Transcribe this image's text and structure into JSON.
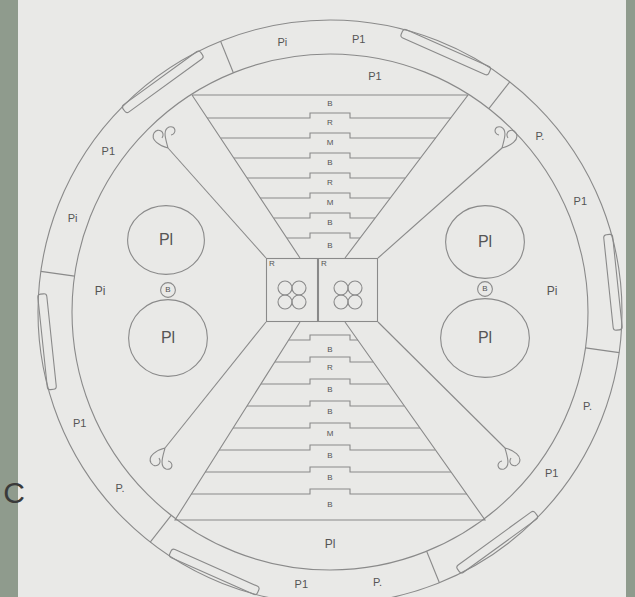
{
  "diagram": {
    "nodes": [
      {
        "text": [
          "R"
        ]
      },
      {
        "text": [
          "R"
        ]
      },
      {
        "text": [
          "Pl"
        ]
      },
      {
        "text": [
          "B"
        ]
      },
      {
        "text": [
          "Pl"
        ]
      },
      {
        "text": [
          "Pl"
        ]
      },
      {
        "text": [
          "B"
        ]
      },
      {
        "text": [
          "Pl"
        ]
      }
    ],
    "labels": [
      "Pi",
      "P1",
      "P.",
      "P1",
      "P.",
      "P1",
      "P.",
      "P1",
      "P.",
      "P1",
      "Pi",
      "P1",
      "P1",
      "Pi",
      "Pi",
      "Pl",
      "B",
      "R",
      "M",
      "B",
      "R",
      "M",
      "B",
      "B",
      "B",
      "R",
      "B",
      "B",
      "M",
      "B",
      "B",
      "B",
      "C"
    ]
  }
}
